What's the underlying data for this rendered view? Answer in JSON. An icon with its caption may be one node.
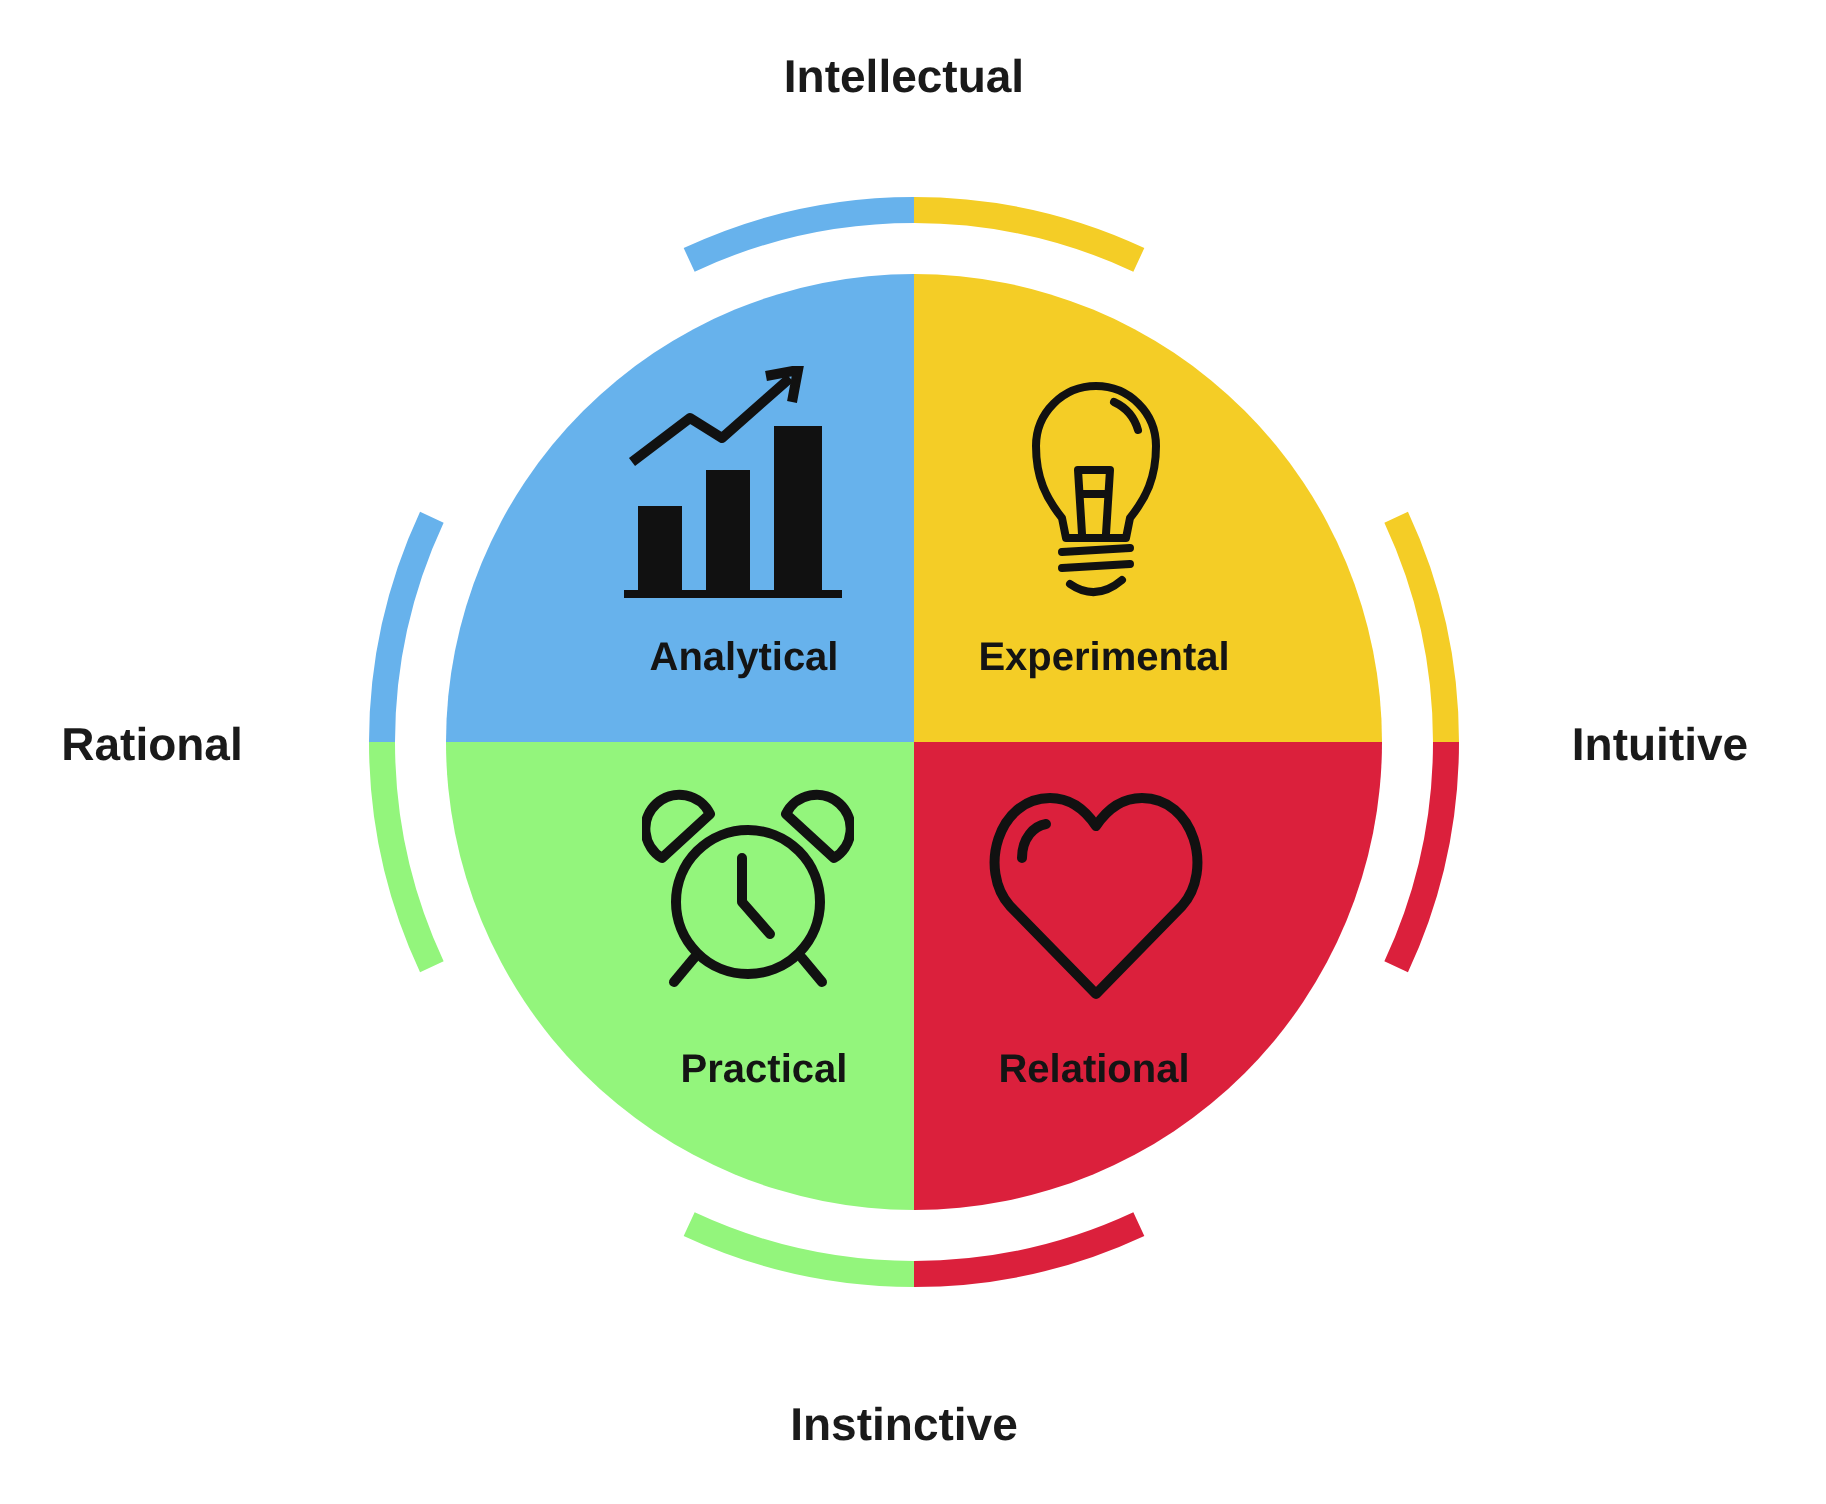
{
  "diagram": {
    "nodes": [
      {
        "text": [
          "Analytical"
        ]
      },
      {
        "text": [
          "Experimental"
        ]
      },
      {
        "text": [
          "Practical"
        ]
      },
      {
        "text": [
          "Relational"
        ]
      }
    ],
    "labels": [
      "Intellectual",
      "Rational",
      "Intuitive",
      "Instinctive"
    ]
  }
}
